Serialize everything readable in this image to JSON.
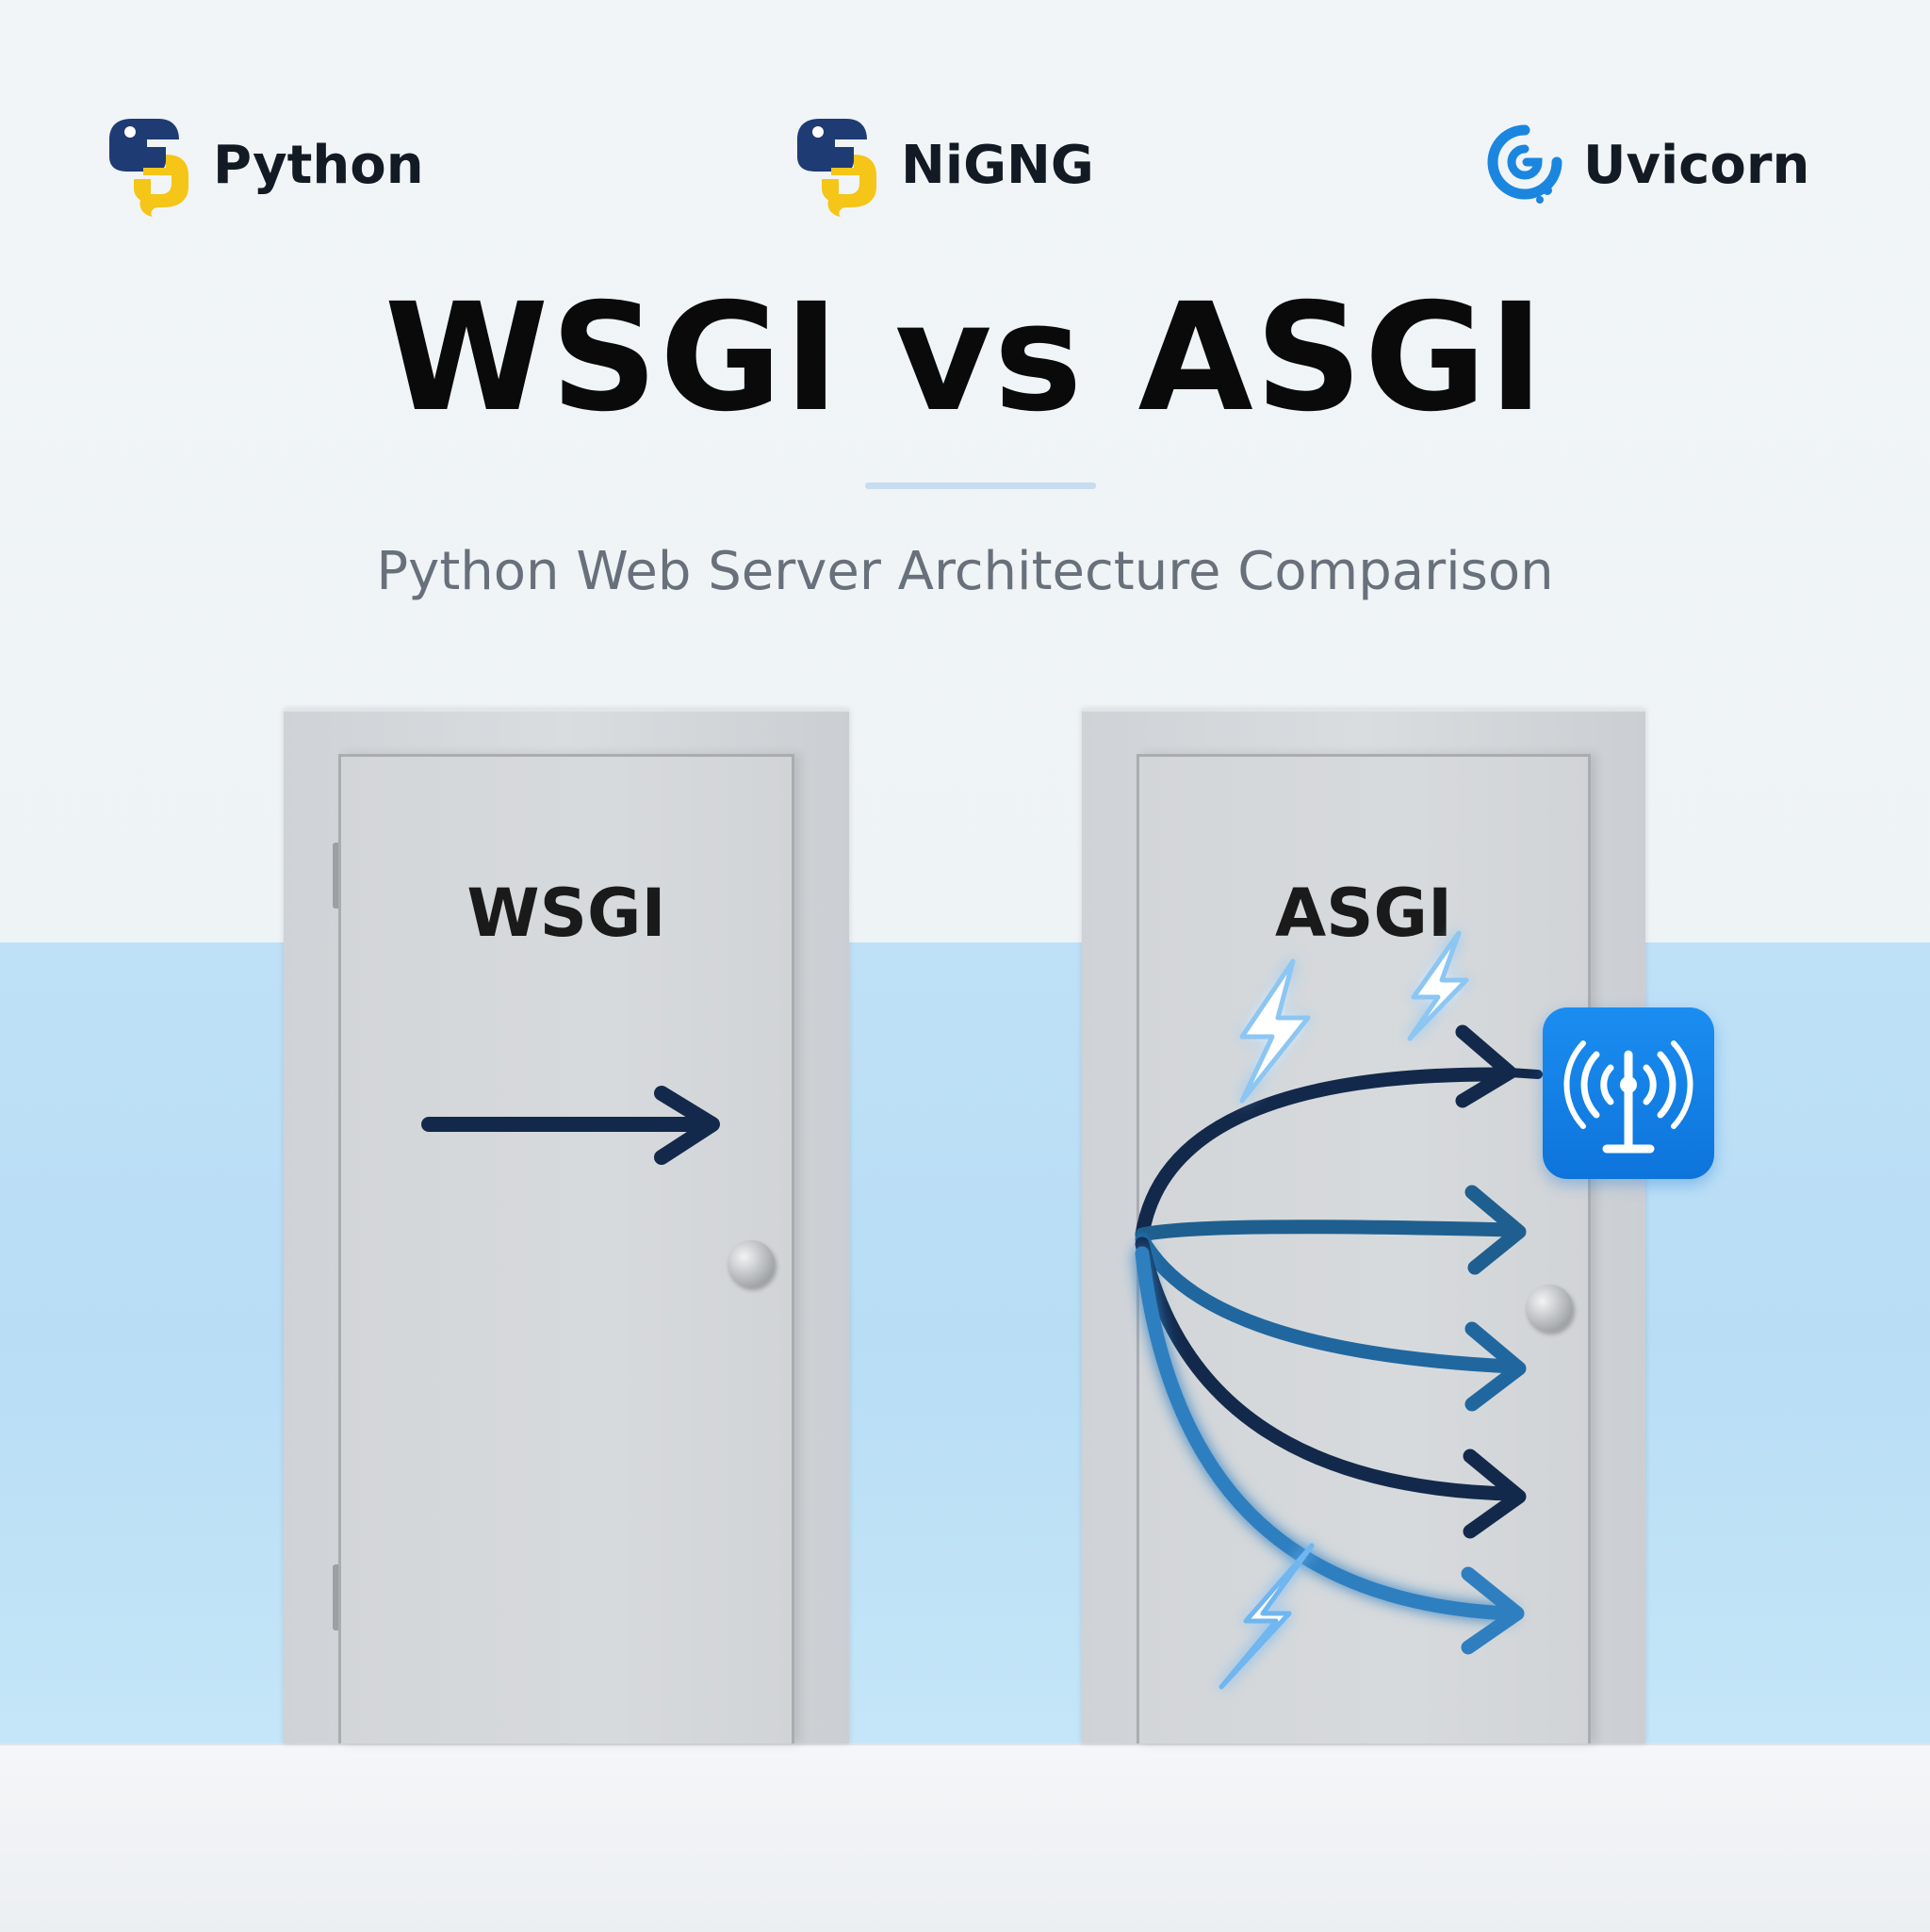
{
  "logos": {
    "python": "Python",
    "nigng": "NiGNG",
    "uvicorn": "Uvicorn"
  },
  "title": "WSGI vs ASGI",
  "subtitle": "Python Web Server Architecture Comparison",
  "doors": {
    "wsgi": {
      "label": "WSGI",
      "arrow_count": 1
    },
    "asgi": {
      "label": "ASGI",
      "arrow_count": 5
    }
  },
  "colors": {
    "dark_navy": "#13294b",
    "mid_blue": "#1f5f8f",
    "light_blue": "#2f7fc0",
    "badge_blue": "#1382e8",
    "python_blue": "#1f3b73",
    "python_yellow": "#f5c518"
  },
  "icons": [
    "python-logo-icon",
    "python-logo-icon",
    "uvicorn-logo-icon",
    "lightning-icon",
    "wifi-antenna-icon"
  ]
}
